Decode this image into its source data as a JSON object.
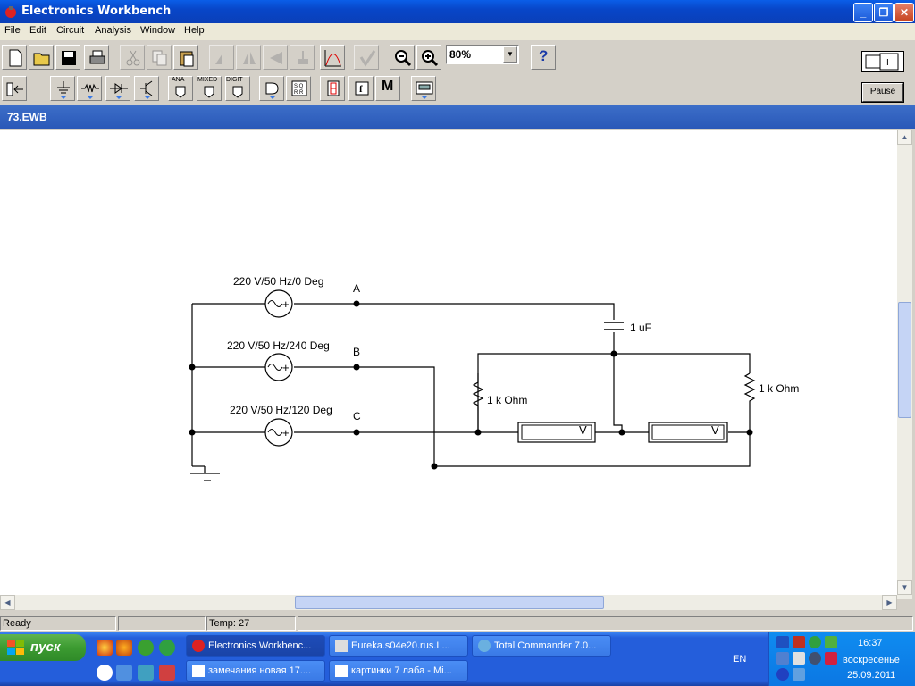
{
  "app": {
    "title": "Electronics Workbench"
  },
  "menu": [
    "File",
    "Edit",
    "Circuit",
    "Analysis",
    "Window",
    "Help"
  ],
  "toolbar": {
    "zoom": "80%",
    "help_label": "?",
    "pause_label": "Pause"
  },
  "parts_bin": {
    "ana": "ANA",
    "mixed": "MIXED",
    "digit": "DIGIT",
    "misc": "M"
  },
  "document": {
    "title": "73.EWB"
  },
  "circuit": {
    "sources": [
      {
        "label": "220 V/50 Hz/0 Deg",
        "node": "A"
      },
      {
        "label": "220 V/50 Hz/240 Deg",
        "node": "B"
      },
      {
        "label": "220 V/50 Hz/120 Deg",
        "node": "C"
      }
    ],
    "capacitor": "1 uF",
    "resistor1": "1 k Ohm",
    "resistor2": "1 k Ohm",
    "voltmeter1": "V",
    "voltmeter2": "V"
  },
  "status": {
    "ready": "Ready",
    "temp": "Temp:  27"
  },
  "taskbar": {
    "start": "пуск",
    "tasks": [
      "Electronics Workbenc...",
      "Eureka.s04e20.rus.L...",
      "Total Commander 7.0...",
      "замечания новая 17....",
      "картинки 7 лаба - Mi..."
    ],
    "lang": "EN",
    "time": "16:37",
    "day": "воскресенье",
    "date": "25.09.2011"
  },
  "colors": {
    "titlebar": "#0a4fd4",
    "taskbar": "#245edb",
    "start": "#3c9b31",
    "tray": "#0b77e3"
  }
}
